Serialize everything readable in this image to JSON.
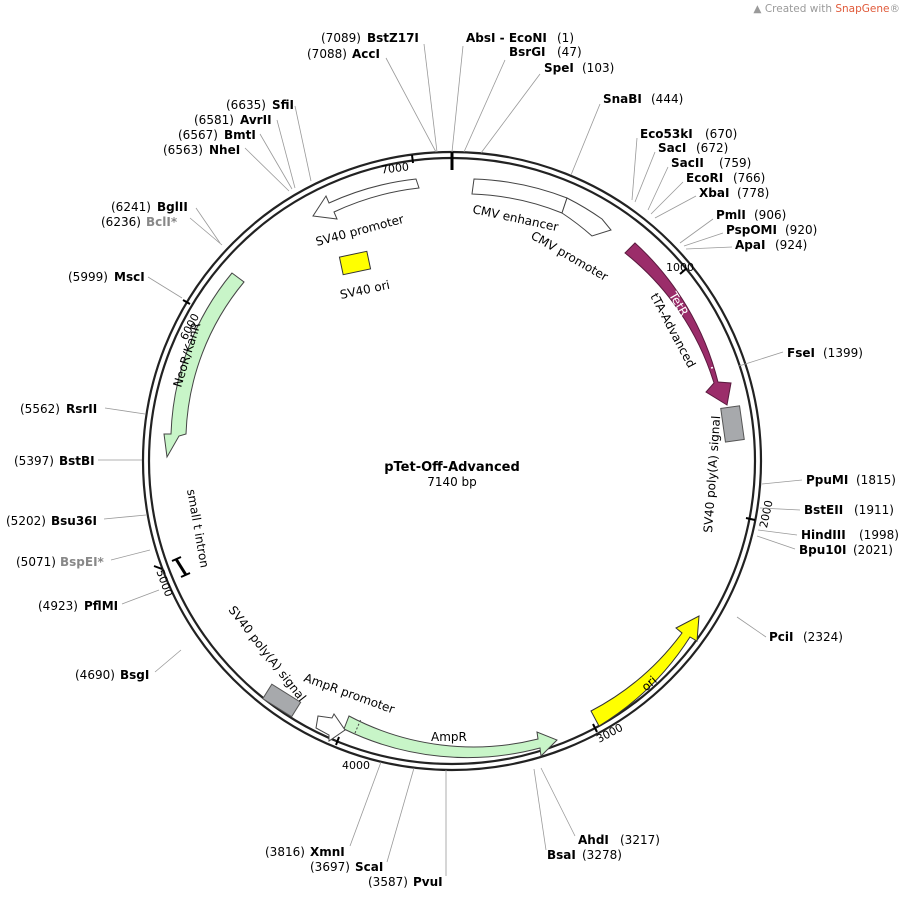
{
  "credit": {
    "prefix": "Created with ",
    "brand": "SnapGene",
    "suffix": "®"
  },
  "plasmid": {
    "name": "pTet-Off-Advanced",
    "size_label": "7140 bp"
  },
  "position_ticks": [
    "1000",
    "2000",
    "3000",
    "4000",
    "5000",
    "6000",
    "7000"
  ],
  "sites": [
    {
      "name": "AbsI - EcoNI",
      "pos": "(1)",
      "grey": false
    },
    {
      "name": "BsrGI",
      "pos": "(47)",
      "grey": false
    },
    {
      "name": "SpeI",
      "pos": "(103)",
      "grey": false
    },
    {
      "name": "SnaBI",
      "pos": "(444)",
      "grey": false
    },
    {
      "name": "Eco53kI",
      "pos": "(670)",
      "grey": false
    },
    {
      "name": "SacI",
      "pos": "(672)",
      "grey": false
    },
    {
      "name": "SacII",
      "pos": "(759)",
      "grey": false
    },
    {
      "name": "EcoRI",
      "pos": "(766)",
      "grey": false
    },
    {
      "name": "XbaI",
      "pos": "(778)",
      "grey": false
    },
    {
      "name": "PmlI",
      "pos": "(906)",
      "grey": false
    },
    {
      "name": "PspOMI",
      "pos": "(920)",
      "grey": false
    },
    {
      "name": "ApaI",
      "pos": "(924)",
      "grey": false
    },
    {
      "name": "FseI",
      "pos": "(1399)",
      "grey": false
    },
    {
      "name": "PpuMI",
      "pos": "(1815)",
      "grey": false
    },
    {
      "name": "BstEII",
      "pos": "(1911)",
      "grey": false
    },
    {
      "name": "HindIII",
      "pos": "(1998)",
      "grey": false
    },
    {
      "name": "Bpu10I",
      "pos": "(2021)",
      "grey": false
    },
    {
      "name": "PciI",
      "pos": "(2324)",
      "grey": false
    },
    {
      "name": "AhdI",
      "pos": "(3217)",
      "grey": false
    },
    {
      "name": "BsaI",
      "pos": "(3278)",
      "grey": false
    },
    {
      "name": "PvuI",
      "pos": "(3587)",
      "grey": false
    },
    {
      "name": "ScaI",
      "pos": "(3697)",
      "grey": false
    },
    {
      "name": "XmnI",
      "pos": "(3816)",
      "grey": false
    },
    {
      "name": "BsgI",
      "pos": "(4690)",
      "grey": false
    },
    {
      "name": "PflMI",
      "pos": "(4923)",
      "grey": false
    },
    {
      "name": "BspEI*",
      "pos": "(5071)",
      "grey": true
    },
    {
      "name": "Bsu36I",
      "pos": "(5202)",
      "grey": false
    },
    {
      "name": "BstBI",
      "pos": "(5397)",
      "grey": false
    },
    {
      "name": "RsrII",
      "pos": "(5562)",
      "grey": false
    },
    {
      "name": "MscI",
      "pos": "(5999)",
      "grey": false
    },
    {
      "name": "BclI*",
      "pos": "(6236)",
      "grey": true
    },
    {
      "name": "BglII",
      "pos": "(6241)",
      "grey": false
    },
    {
      "name": "NheI",
      "pos": "(6563)",
      "grey": false
    },
    {
      "name": "BmtI",
      "pos": "(6567)",
      "grey": false
    },
    {
      "name": "AvrII",
      "pos": "(6581)",
      "grey": false
    },
    {
      "name": "SfiI",
      "pos": "(6635)",
      "grey": false
    },
    {
      "name": "AccI",
      "pos": "(7088)",
      "grey": false
    },
    {
      "name": "BstZ17I",
      "pos": "(7089)",
      "grey": false
    }
  ],
  "features": {
    "cmv_enhancer": "CMV enhancer",
    "cmv_promoter": "CMV promoter",
    "tetr": "TetR",
    "tta_advanced": "tTA-Advanced",
    "sv40_polya_right": "SV40 poly(A) signal",
    "ori": "ori",
    "ampr": "AmpR",
    "ampr_promoter": "AmpR promoter",
    "sv40_polya_left": "SV40 poly(A) signal",
    "small_t_intron": "small t intron",
    "neor_kanr": "NeoR/KanR",
    "sv40_ori": "SV40 ori",
    "sv40_promoter": "SV40 promoter"
  },
  "colors": {
    "backbone": "#222222",
    "tetr": "#9b2d6a",
    "neor": "#c8f5c8",
    "ampr": "#c8f5c8",
    "ori": "#ffff00",
    "sv40_ori": "#ffff00",
    "polya": "#a7a9ac",
    "promoter_outline": "#ffffff",
    "credit_brand": "#e05a3a"
  }
}
